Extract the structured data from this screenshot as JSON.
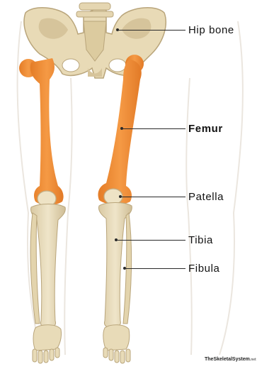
{
  "labels": {
    "hip_bone": "Hip bone",
    "femur": "Femur",
    "patella": "Patella",
    "tibia": "Tibia",
    "fibula": "Fibula"
  },
  "watermark": {
    "text": "TheSkeletalSystem",
    "suffix": ".net"
  },
  "colors": {
    "bone": "#e9dcbc",
    "bone_shade": "#cdbb93",
    "femur_highlight": "#f2913b",
    "femur_shade": "#e07a25",
    "skin_outline": "#e8e2da"
  }
}
